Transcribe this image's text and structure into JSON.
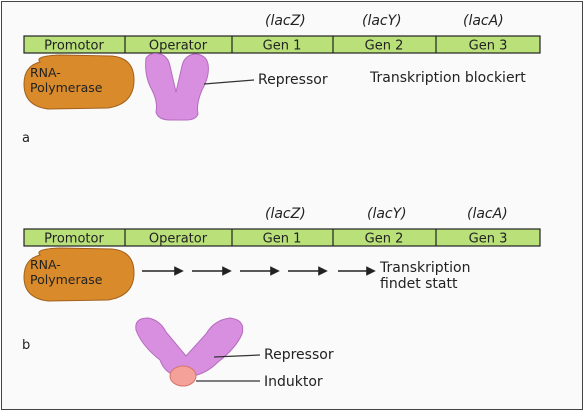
{
  "colors": {
    "dna_strip": "#b9e079",
    "polymerase": "#d98a2a",
    "repressor": "#d98fe0",
    "inducer": "#f4a19a"
  },
  "panel_a": {
    "label": "a",
    "genes_italic": [
      "(lacZ)",
      "(lacY)",
      "(lacA)"
    ],
    "segments": [
      "Promotor",
      "Operator",
      "Gen 1",
      "Gen 2",
      "Gen 3"
    ],
    "polymerase_line1": "RNA-",
    "polymerase_line2": "Polymerase",
    "repressor_label": "Repressor",
    "status": "Transkription blockiert"
  },
  "panel_b": {
    "label": "b",
    "genes_italic": [
      "(lacZ)",
      "(lacY)",
      "(lacA)"
    ],
    "segments": [
      "Promotor",
      "Operator",
      "Gen 1",
      "Gen 2",
      "Gen 3"
    ],
    "polymerase_line1": "RNA-",
    "polymerase_line2": "Polymerase",
    "status_line1": "Transkription",
    "status_line2": "findet statt",
    "repressor_label": "Repressor",
    "inducer_label": "Induktor"
  }
}
